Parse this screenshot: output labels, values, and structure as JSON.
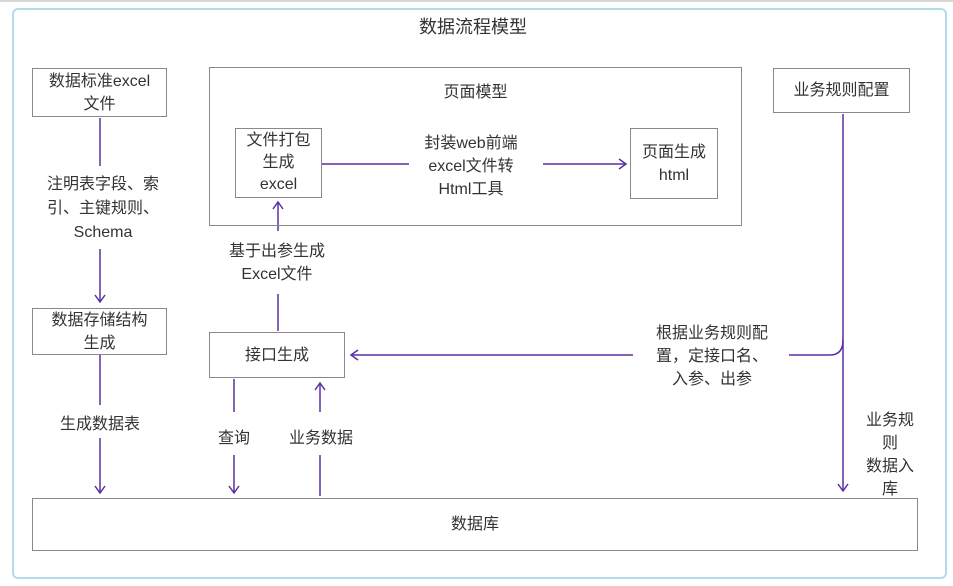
{
  "title": "数据流程模型",
  "colors": {
    "arrow": "#5b2fa3",
    "box_border": "#898989",
    "frame_border": "#b5d9ef",
    "text": "#333333"
  },
  "nodes": {
    "data_standard": "数据标准excel\n文件",
    "page_model": "页面模型",
    "file_package": "文件打包\n生成\nexcel",
    "page_html": "页面生成\nhtml",
    "biz_rules": "业务规则配置",
    "storage": "数据存储结构\n生成",
    "api_gen": "接口生成",
    "database": "数据库"
  },
  "labels": {
    "annotation": "注明表字段、索\n引、主键规则、\nSchema",
    "package_tool": "封装web前端\nexcel文件转\nHtml工具",
    "excel_gen": "基于出参生成\nExcel文件",
    "gen_table": "生成数据表",
    "query": "查询",
    "biz_data": "业务数据",
    "rules_config": "根据业务规则配\n置，定接口名、\n入参、出参",
    "rules_store": "业务规则\n数据入库"
  }
}
